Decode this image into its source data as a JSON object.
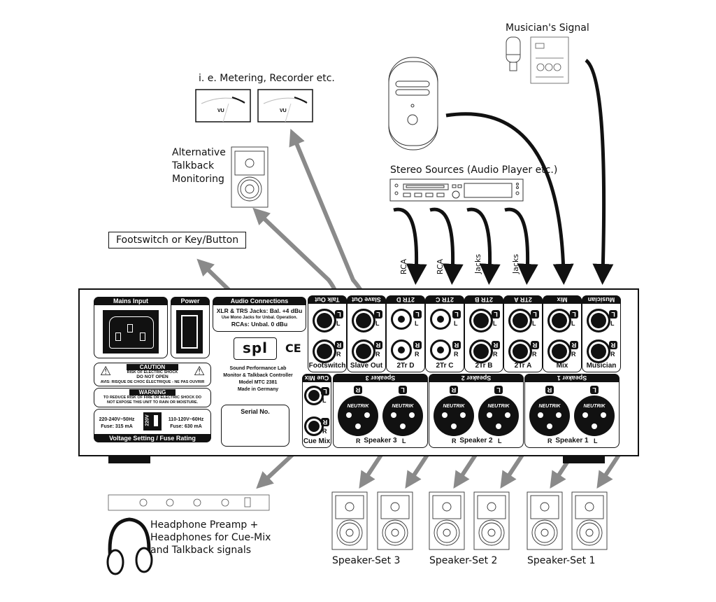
{
  "labels": {
    "musicians_signal": "Musician's Signal",
    "metering": "i. e. Metering, Recorder etc.",
    "alt_talkback": [
      "Alternative",
      "Talkback",
      "Monitoring"
    ],
    "stereo_sources": "Stereo Sources (Audio Player etc.)",
    "footswitch_box": "Footswitch or Key/Button",
    "headphone": [
      "Headphone Preamp +",
      "Headphones for Cue-Mix",
      "and Talkback signals"
    ],
    "speaker_sets": [
      "Speaker-Set 3",
      "Speaker-Set 2",
      "Speaker-Set 1"
    ],
    "cable_types": [
      "RCA",
      "RCA",
      "Jacks",
      "Jacks"
    ],
    "vu": "VU"
  },
  "panel": {
    "mains_input": "Mains Input",
    "power": "Power",
    "audio_connections": {
      "title": "Audio Connections",
      "lines": [
        "XLR & TRS Jacks: Bal. +4 dBu",
        "Use Mono Jacks for Unbal. Operation.",
        "RCAs: Unbal. 0 dBu"
      ]
    },
    "caution": {
      "title": "CAUTION",
      "line1": "RISK OF ELECTRIC SHOCK",
      "line2": "DO NOT OPEN",
      "avis": "AVIS: RISQUE DE CHOC ÉLECTRIQUE - NE PAS OUVRIR"
    },
    "warning": {
      "title": "WARNING",
      "line1": "TO REDUCE RISK OF FIRE OR ELECTRIC SHOCK DO",
      "line2": "NOT EXPOSE THIS UNIT TO RAIN OR MOISTURE."
    },
    "voltage": {
      "left1": "220-240V~50Hz",
      "left2": "Fuse: 315 mA",
      "selector": "220V",
      "right1": "110-120V~60Hz",
      "right2": "Fuse: 630 mA",
      "title": "Voltage Setting / Fuse Rating"
    },
    "logo": "spl",
    "ce": "CE",
    "maker": [
      "Sound Performance Lab",
      "Monitor & Talkback Controller",
      "Model MTC 2381",
      "Made in Germany"
    ],
    "serial": "Serial No.",
    "jack_sections": [
      {
        "header": "Talk Out",
        "label": "Footswitch",
        "type": "jack"
      },
      {
        "header": "Slave Out",
        "label": "Slave Out",
        "type": "jack"
      },
      {
        "header": "2TR D",
        "label": "2Tr D",
        "type": "rca"
      },
      {
        "header": "2TR C",
        "label": "2Tr C",
        "type": "rca"
      },
      {
        "header": "2TR B",
        "label": "2Tr B",
        "type": "jack"
      },
      {
        "header": "2TR A",
        "label": "2Tr A",
        "type": "jack"
      },
      {
        "header": "Mix",
        "label": "Mix",
        "type": "jack"
      },
      {
        "header": "Musician",
        "label": "Musician",
        "type": "jack"
      }
    ],
    "channel_l": "L",
    "channel_r": "R",
    "cue_mix": {
      "header": "Cue Mix",
      "label": "Cue Mix"
    },
    "speakers": [
      {
        "header": "Speaker 3",
        "label": "Speaker 3"
      },
      {
        "header": "Speaker 2",
        "label": "Speaker 2"
      },
      {
        "header": "Speaker 1",
        "label": "Speaker 1"
      }
    ],
    "xlr_brand": "NEUTRIK"
  },
  "colors": {
    "cable_gray": "#8a8a8a",
    "ink": "#111111"
  }
}
